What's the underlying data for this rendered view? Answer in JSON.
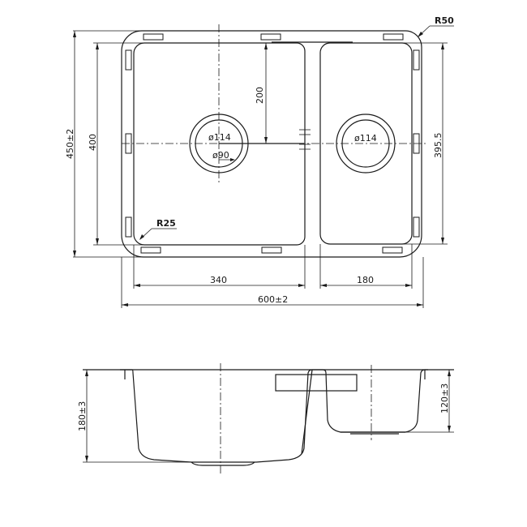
{
  "plan_view": {
    "overall_height": "450±2",
    "inner_height": "400",
    "right_bowl_height": "395.5",
    "drain_offset": "200",
    "corner_radius_outer": "R50",
    "corner_radius_inner": "R25",
    "left_drain_outer": "ø114",
    "left_drain_inner": "ø90",
    "right_drain": "ø114",
    "left_bowl_width": "340",
    "right_bowl_width": "180",
    "overall_width": "600±2"
  },
  "section_view": {
    "left_bowl_depth": "180±3",
    "right_bowl_depth": "120±3"
  }
}
